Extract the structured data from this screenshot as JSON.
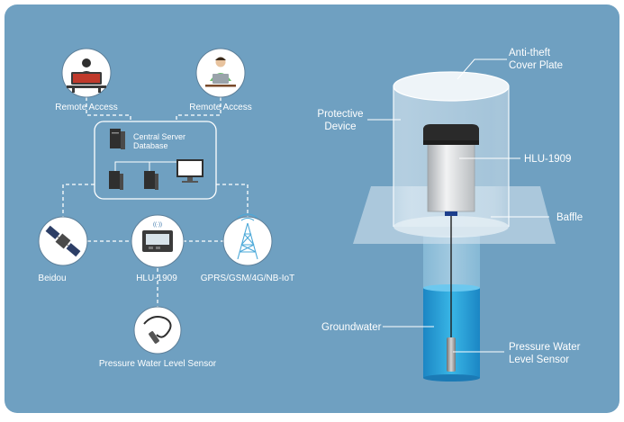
{
  "network": {
    "remote_access_left": "Remote Access",
    "remote_access_right": "Remote Access",
    "server_line1": "Central Server",
    "server_line2": "Database",
    "beidou": "Beidou",
    "hlu_logger": "HLU-1909",
    "gprs": "GPRS/GSM/4G/NB-IoT",
    "pressure_sensor": "Pressure Water Level Sensor"
  },
  "installation": {
    "anti_theft_line1": "Anti-theft",
    "anti_theft_line2": "Cover Plate",
    "protective_line1": "Protective",
    "protective_line2": "Device",
    "hlu": "HLU-1909",
    "baffle": "Baffle",
    "groundwater": "Groundwater",
    "pressure_line1": "Pressure Water",
    "pressure_line2": "Level Sensor"
  },
  "colors": {
    "background": "#6fa0c1",
    "connector": "#ffffff",
    "water": "#2ea8d8"
  }
}
